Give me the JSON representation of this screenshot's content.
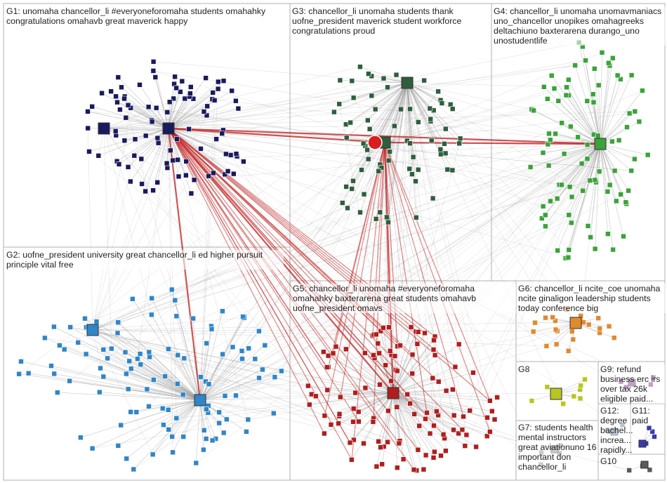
{
  "groups": [
    {
      "id": "G1",
      "label": "G1: unomaha chancellor_li #everyoneforomaha students omahahky congratulations omahavb great maverick happy",
      "color": "#1a1a5e"
    },
    {
      "id": "G2",
      "label": "G2: uofne_president university great chancellor_li ed higher pursuit principle vital free",
      "color": "#2f86c8"
    },
    {
      "id": "G3",
      "label": "G3: chancellor_li unomaha students thank uofne_president maverick student workforce congratulations proud",
      "color": "#2e5e3e"
    },
    {
      "id": "G4",
      "label": "G4: chancellor_li unomaha unomavmaniacs uno_chancellor unopikes omahagreeks deltachiuno baxterarena durango_uno unostudentlife",
      "color": "#3aa33a"
    },
    {
      "id": "G5",
      "label": "G5: chancellor_li unomaha #everyoneforomaha omahahky baxterarena great students omahavb uofne_president omavs",
      "color": "#b01e1e"
    },
    {
      "id": "G6",
      "label": "G6: chancellor_li ncite_coe unomaha ncite ginaligon leadership students today conference big",
      "color": "#e08a2e"
    },
    {
      "id": "G7",
      "label": "G7: students health mental instructors great aviationuno 16 important don chancellor_li",
      "color": "#888888"
    },
    {
      "id": "G8",
      "label": "G8",
      "color": "#b8c61e"
    },
    {
      "id": "G9",
      "label": "G9: refund business erc irs over tax 26k eligible paid...",
      "color": "#7a2e7a"
    },
    {
      "id": "G10",
      "label": "G10",
      "color": "#5a5a5a"
    },
    {
      "id": "G11",
      "label": "G11: paid",
      "color": "#3a3aa8"
    },
    {
      "id": "G12",
      "label": "G12: degree bachel... increa... rapidly...",
      "color": "#5a7a9a"
    }
  ],
  "colors": {
    "edge": "#9a9a9a",
    "edge_strong": "#c62828",
    "box_border": "#b0b0b0"
  }
}
